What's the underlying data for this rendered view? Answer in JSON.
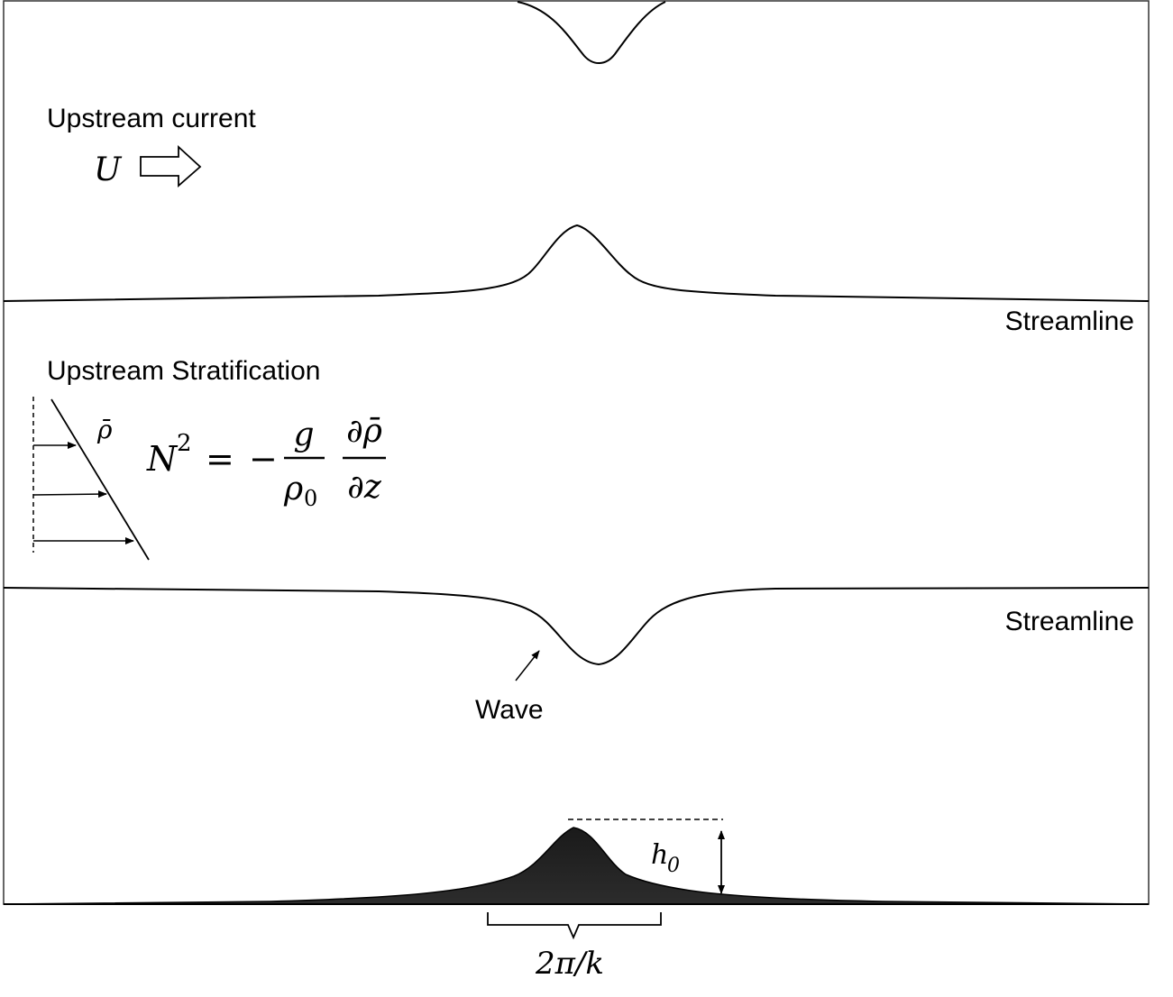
{
  "labels": {
    "upstream_current": "Upstream current",
    "current_symbol": "U",
    "streamline_upper": "Streamline",
    "upstream_stratification": "Upstream Stratification",
    "rho_bar": "ρ̄",
    "n2_lhs": "N",
    "n2_exp": "2",
    "equals": "=",
    "minus": "−",
    "frac1_num": "g",
    "frac1_den": "ρ",
    "frac1_den_sub": "0",
    "frac2_num": "∂ρ̄",
    "frac2_den": "∂z",
    "streamline_lower": "Streamline",
    "wave": "Wave",
    "height_symbol": "h",
    "height_sub": "0",
    "width_label": "2π/k"
  },
  "colors": {
    "line": "#000000",
    "frame": "#333333",
    "topography": "#222222"
  }
}
